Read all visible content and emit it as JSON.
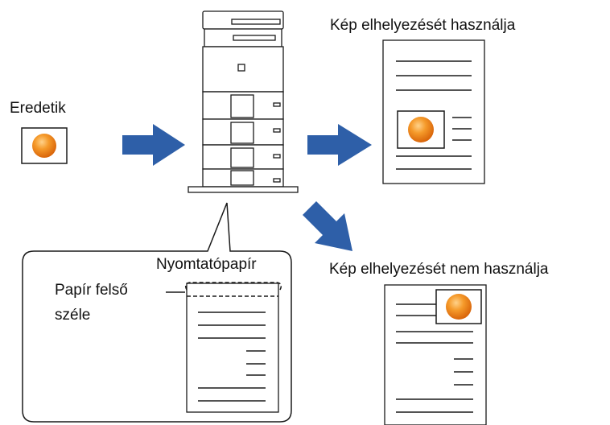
{
  "labels": {
    "originals": "Eredetik",
    "with_placement": "Kép elhelyezését használja",
    "without_placement": "Kép elhelyezését nem használja",
    "print_paper": "Nyomtatópapír",
    "paper_top_edge_line1": "Papír felső",
    "paper_top_edge_line2": "széle"
  },
  "colors": {
    "arrow": "#2e5fa8",
    "image_orange": "#f08a1c",
    "stroke": "#1a1a1a"
  },
  "icons": [
    "multifunction-printer-icon",
    "arrow-right-icon",
    "arrow-diagonal-down-right-icon",
    "document-page-icon",
    "orange-ball-image-icon"
  ]
}
